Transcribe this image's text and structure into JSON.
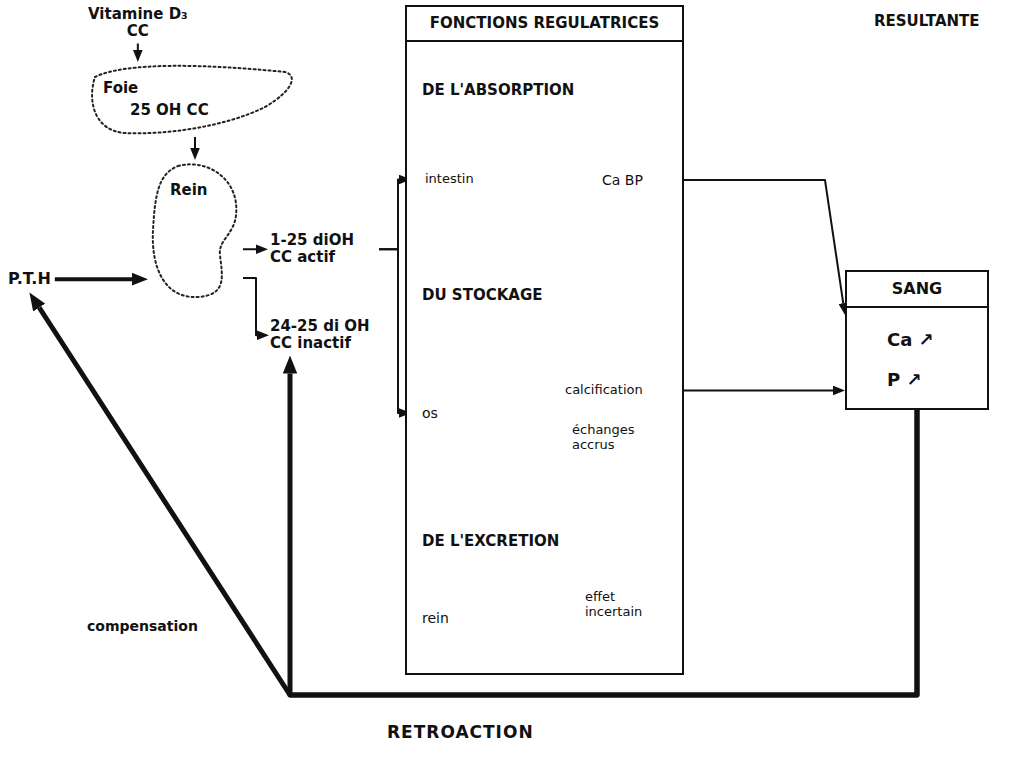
{
  "diagram": {
    "nodes": [
      {
        "text": [
          "Vitamine D₃",
          "CC"
        ]
      },
      {
        "text": [
          "Foie",
          "25 OH CC"
        ]
      },
      {
        "text": [
          "Rein"
        ]
      },
      {
        "text": [
          "1-25 diOH CC actif"
        ]
      },
      {
        "text": [
          "24-25 di OH CC inactif"
        ]
      },
      {
        "text": [
          "P.T.H"
        ]
      },
      {
        "text": [
          "FONCTIONS REGULATRICES"
        ]
      },
      {
        "text": [
          "DE L'ABSORPTION",
          "intestin",
          "Ca BP"
        ],
        "in": 6
      },
      {
        "text": [
          "DU STOCKAGE",
          "os",
          "calcification",
          "échanges accrus"
        ],
        "in": 6
      },
      {
        "text": [
          "DE L'EXCRETION",
          "rein",
          "effet incertain"
        ],
        "in": 6
      },
      {
        "text": [
          "SANG",
          "Ca ↗",
          "P ↗"
        ]
      }
    ],
    "edges": [
      {
        "from": 0,
        "to": 1,
        "arrow": "to"
      },
      {
        "from": 1,
        "to": 2,
        "arrow": "to"
      },
      {
        "from": 5,
        "to": 2,
        "arrow": "to"
      },
      {
        "from": 2,
        "to": 3,
        "arrow": "to"
      },
      {
        "from": 2,
        "to": 4,
        "arrow": "to"
      },
      {
        "from": 3,
        "to": 7,
        "arrow": "to"
      },
      {
        "from": 3,
        "to": 8,
        "arrow": "to"
      },
      {
        "from": 7,
        "to": 10,
        "arrow": "to"
      },
      {
        "from": 8,
        "to": 10,
        "arrow": "to"
      },
      {
        "from": 10,
        "to": 5,
        "label": "compensation",
        "arrow": "to"
      },
      {
        "from": 10,
        "to": 4,
        "arrow": "to"
      }
    ],
    "labels": [
      "RESULTANTE",
      "RETROACTION"
    ]
  }
}
